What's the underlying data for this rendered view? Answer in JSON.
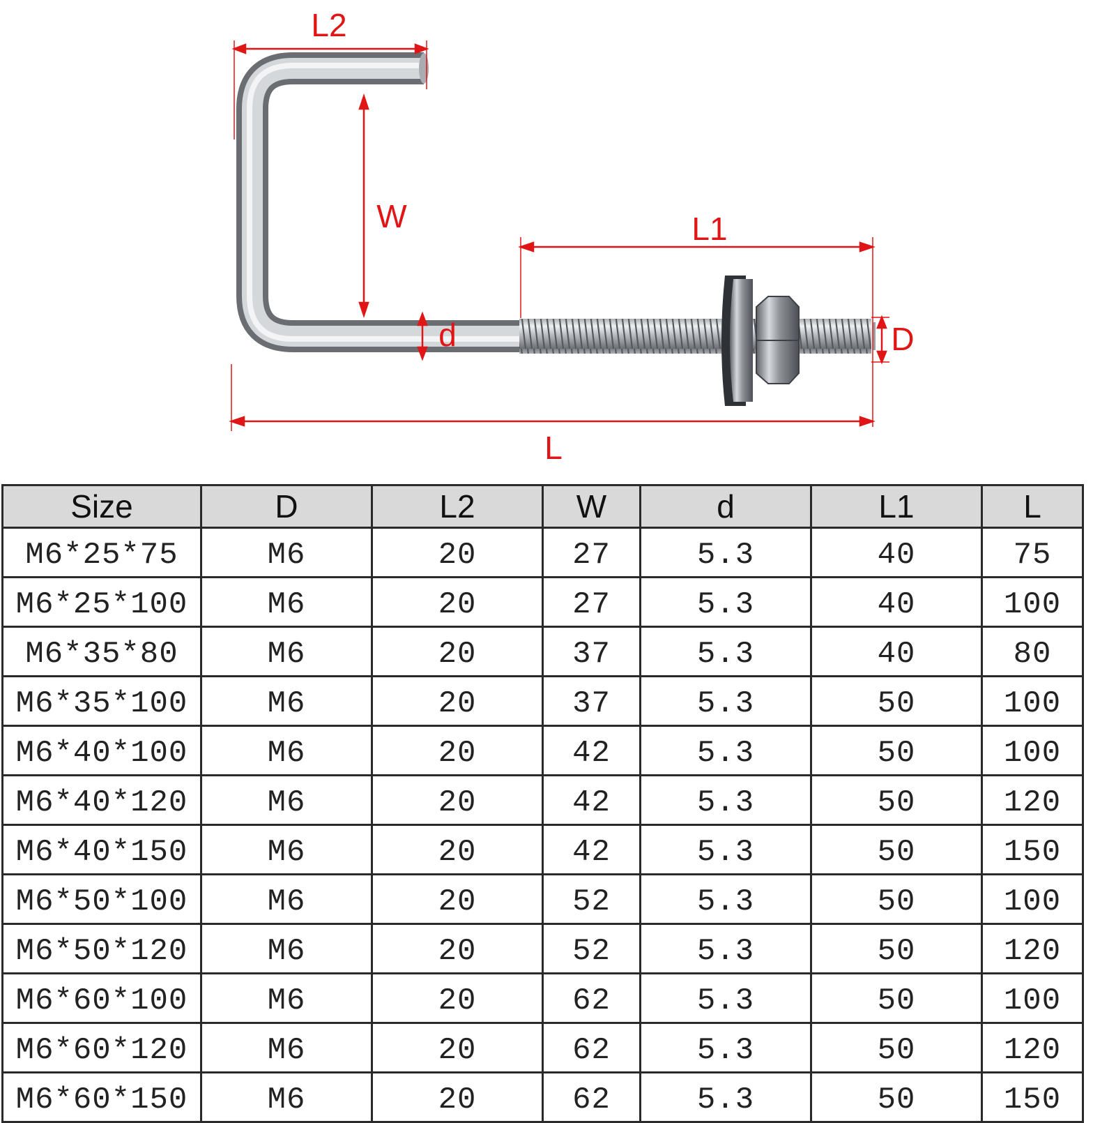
{
  "diagram": {
    "labels": {
      "l2": "L2",
      "w": "W",
      "l1": "L1",
      "d_small": "d",
      "d_big": "D",
      "l": "L"
    },
    "colors": {
      "dimension": "#e01515",
      "steel": "#b8bcc0",
      "steel_dark": "#5c6066",
      "nut": "#9a9ea4"
    }
  },
  "table": {
    "headers": [
      "Size",
      "D",
      "L2",
      "W",
      "d",
      "L1",
      "L"
    ],
    "rows": [
      [
        "M6*25*75",
        "M6",
        "20",
        "27",
        "5.3",
        "40",
        "75"
      ],
      [
        "M6*25*100",
        "M6",
        "20",
        "27",
        "5.3",
        "40",
        "100"
      ],
      [
        "M6*35*80",
        "M6",
        "20",
        "37",
        "5.3",
        "40",
        "80"
      ],
      [
        "M6*35*100",
        "M6",
        "20",
        "37",
        "5.3",
        "50",
        "100"
      ],
      [
        "M6*40*100",
        "M6",
        "20",
        "42",
        "5.3",
        "50",
        "100"
      ],
      [
        "M6*40*120",
        "M6",
        "20",
        "42",
        "5.3",
        "50",
        "120"
      ],
      [
        "M6*40*150",
        "M6",
        "20",
        "42",
        "5.3",
        "50",
        "150"
      ],
      [
        "M6*50*100",
        "M6",
        "20",
        "52",
        "5.3",
        "50",
        "100"
      ],
      [
        "M6*50*120",
        "M6",
        "20",
        "52",
        "5.3",
        "50",
        "120"
      ],
      [
        "M6*60*100",
        "M6",
        "20",
        "62",
        "5.3",
        "50",
        "100"
      ],
      [
        "M6*60*120",
        "M6",
        "20",
        "62",
        "5.3",
        "50",
        "120"
      ],
      [
        "M6*60*150",
        "M6",
        "20",
        "62",
        "5.3",
        "50",
        "150"
      ]
    ]
  }
}
